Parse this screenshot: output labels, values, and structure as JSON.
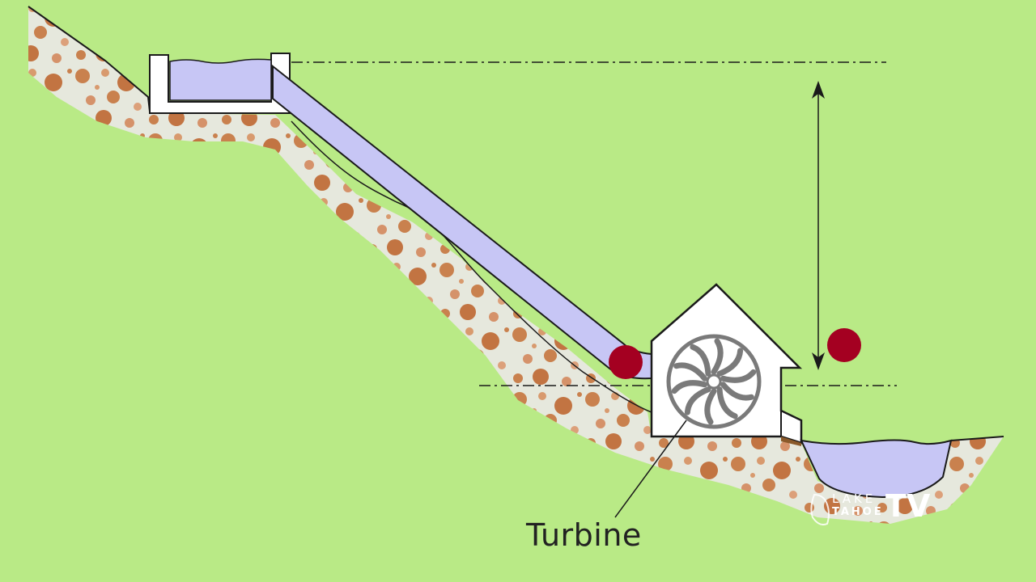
{
  "diagram": {
    "label_turbine": "Turbine",
    "colors": {
      "background": "#b9ea86",
      "water": "#c7c6f5",
      "soil": "#e6e8dd",
      "rock": "#c9814e",
      "marker": "#a40021",
      "structure": "#ffffff",
      "line": "#1a1a1a"
    },
    "icons": [
      "turbine-icon",
      "powerhouse-icon",
      "head-arrow-icon",
      "marker-dot-icon"
    ]
  },
  "watermark": {
    "lake": "LAKE",
    "tahoe": "TAHOE",
    "tv": "TV"
  }
}
